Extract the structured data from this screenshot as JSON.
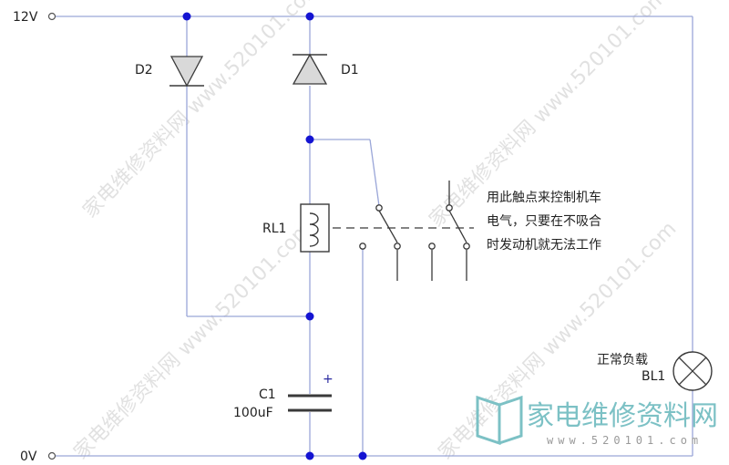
{
  "labels": {
    "v12": "12V",
    "v0": "0V",
    "d1": "D1",
    "d2": "D2",
    "rl1": "RL1",
    "c1": "C1",
    "c1_value": "100uF",
    "c1_polarity": "+",
    "load_name": "正常负载",
    "load_ref": "BL1"
  },
  "note": {
    "line1": "用此触点来控制机车",
    "line2": "电气，只要在不吸合",
    "line3": "时发动机就无法工作"
  },
  "watermark": {
    "text": "家电维修资料网 www.520101.com",
    "logo_text": "家电维修资料网",
    "logo_url": "www.520101.com"
  },
  "colors": {
    "wire": "#9aa6d8",
    "node": "#1414d2",
    "component": "#3a3a3a",
    "diode_fill": "#d9d9d9",
    "watermark": "#c9c9c9",
    "logo": "#7cc1c5"
  }
}
